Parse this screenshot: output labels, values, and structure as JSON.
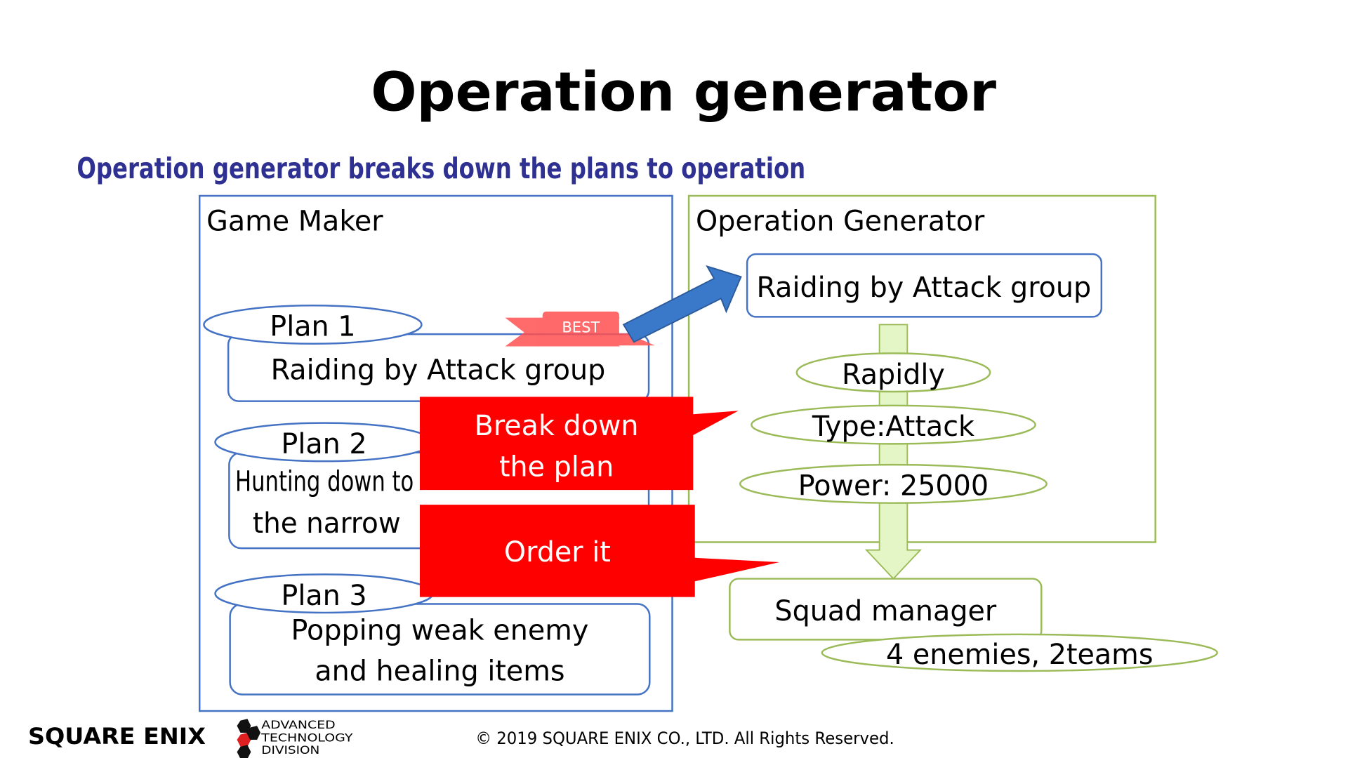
{
  "slide": {
    "title": "Operation generator",
    "subtitle": "Operation generator breaks down the plans to operation"
  },
  "game_maker": {
    "label": "Game Maker",
    "best_badge": "BEST",
    "plans": [
      {
        "label": "Plan 1",
        "lines": [
          "Raiding by Attack group"
        ]
      },
      {
        "label": "Plan 2",
        "lines": [
          "Hunting down to",
          "the narrow"
        ]
      },
      {
        "label": "Plan 3",
        "lines": [
          "Popping weak enemy",
          "and healing items"
        ]
      }
    ]
  },
  "callouts": {
    "break_down": [
      "Break down",
      "the plan"
    ],
    "order": "Order it"
  },
  "operation_generator": {
    "label": "Operation Generator",
    "selected_plan": "Raiding by Attack group",
    "params": [
      "Rapidly",
      "Type:Attack",
      "Power: 25000"
    ],
    "squad_manager": "Squad manager",
    "squad_detail": "4 enemies, 2teams"
  },
  "footer": {
    "logo": "SQUARE ENIX",
    "division_logo": [
      "ADVANCED",
      "TECHNOLOGY",
      "DIVISION"
    ],
    "copyright": "© 2019 SQUARE ENIX CO., LTD. All Rights Reserved."
  },
  "colors": {
    "blue": "#4472c4",
    "green": "#9bbb59",
    "red": "#ff0000",
    "subtitle": "#2e3192"
  }
}
